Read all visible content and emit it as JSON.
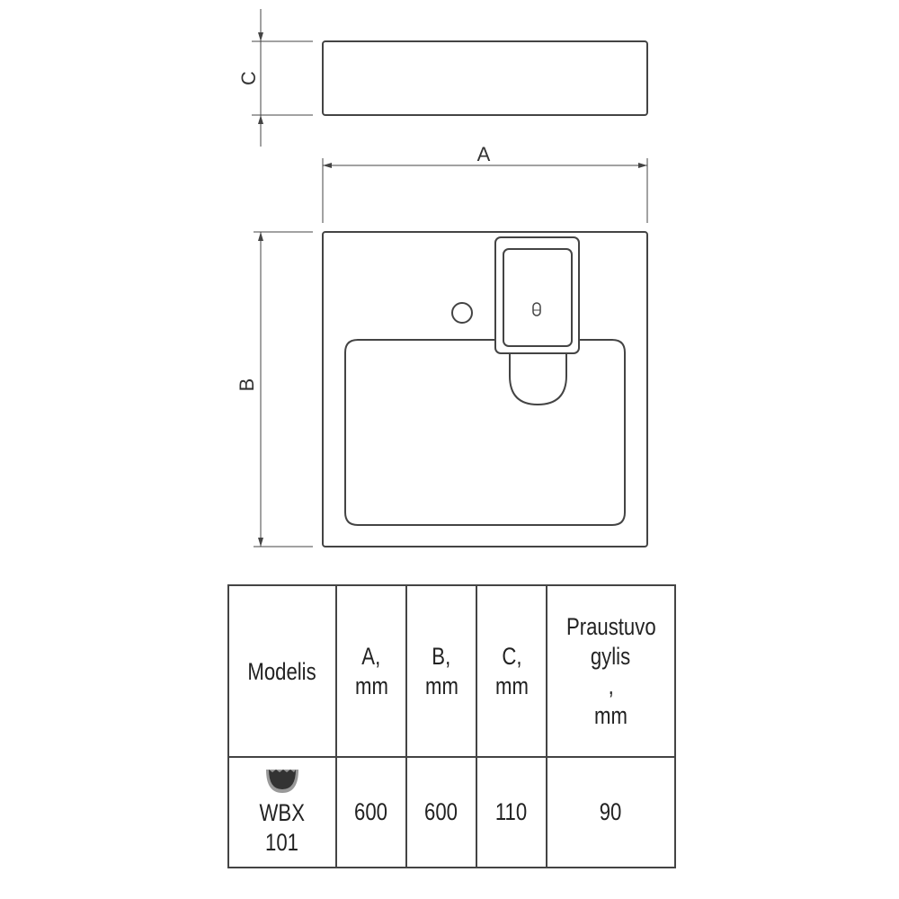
{
  "drawing": {
    "labels": {
      "a": "A",
      "b": "B",
      "c": "C"
    }
  },
  "table": {
    "headers": [
      {
        "lines": [
          "Modelis"
        ]
      },
      {
        "lines": [
          "A,",
          "mm"
        ]
      },
      {
        "lines": [
          "B,",
          "mm"
        ]
      },
      {
        "lines": [
          "C,",
          "mm"
        ]
      },
      {
        "lines": [
          "Praustuvo",
          "gylis",
          ",",
          "mm"
        ]
      }
    ],
    "row": {
      "model": [
        "WBX",
        "101"
      ],
      "model_icon": "basin-badge-icon",
      "a": "600",
      "b": "600",
      "c": "110",
      "depth": "90"
    }
  },
  "colors": {
    "line": "#444444",
    "text": "#222222"
  }
}
